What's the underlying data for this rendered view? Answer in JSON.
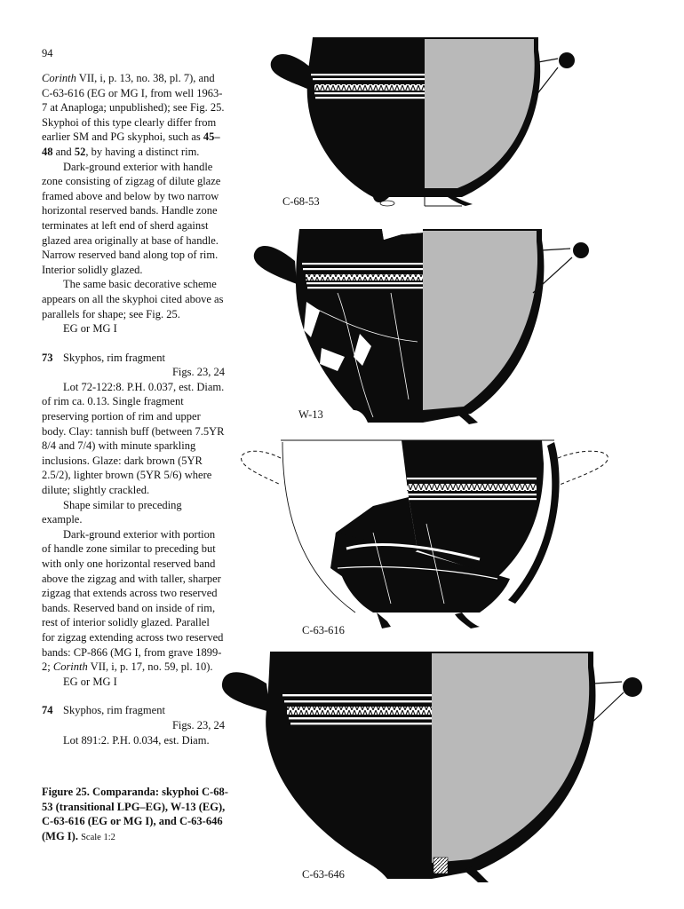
{
  "page_number": "94",
  "paragraphs": {
    "p1": "Corinth VII, i, p. 13, no. 38, pl. 7), and C-63-616 (EG or MG I, from well 1963-7 at Anaploga; unpublished); see Fig. 25. Skyphoi of this type clearly differ from earlier SM and PG skyphoi, such as 45–48 and 52, by having a distinct rim.",
    "p1_italic": "Corinth",
    "p1_rest": " VII, i, p. 13, no. 38, pl. 7), and C-63-616 (EG or MG I, from well 1963-7 at Anaploga; unpublished); see Fig. 25. Skyphoi of this type clearly differ from earlier SM and PG skyphoi, such as ",
    "p1_bold1": "45–48",
    "p1_and": " and ",
    "p1_bold2": "52",
    "p1_end": ", by having a distinct rim.",
    "p2": "Dark-ground exterior with handle zone consisting of zigzag of dilute glaze framed above and below by two narrow horizontal reserved bands. Handle zone terminates at left end of sherd against glazed area originally at base of handle. Narrow reserved band along top of rim. Interior solidly glazed.",
    "p3": "The same basic decorative scheme appears on all the skyphoi cited above as parallels for shape; see Fig. 25.",
    "date1": "EG or MG I",
    "e73_num": "73",
    "e73_title": "Skyphos, rim fragment",
    "e73_figs": "Figs. 23, 24",
    "e73_desc": "Lot 72-122:8. P.H. 0.037, est. Diam. of rim ca. 0.13. Single fragment preserving portion of rim and upper body. Clay: tannish buff (between 7.5YR 8/4 and 7/4) with minute sparkling inclusions. Glaze: dark brown (5YR 2.5/2), lighter brown (5YR 5/6) where dilute; slightly crackled.",
    "e73_shape": "Shape similar to preceding example.",
    "e73_dec_a": "Dark-ground exterior with portion of handle zone similar to preceding but with only one horizontal reserved band above the zigzag and with taller, sharper zigzag that extends across two reserved bands. Reserved band on inside of rim, rest of interior solidly glazed. Parallel for zigzag extending across two reserved bands: CP-866 (MG I, from grave 1899-2; ",
    "e73_dec_italic": "Corinth",
    "e73_dec_b": " VII, i, p. 17, no. 59, pl. 10).",
    "date2": "EG or MG I",
    "e74_num": "74",
    "e74_title": "Skyphos, rim fragment",
    "e74_figs": "Figs. 23, 24",
    "e74_desc": "Lot 891:2. P.H. 0.034, est. Diam."
  },
  "caption": {
    "main": "Figure 25. Comparanda: skyphoi C-68-53 (transitional LPG–EG), W-13 (EG), C-63-616 (EG or MG I), and C-63-646 (MG I).",
    "scale": "Scale 1:2"
  },
  "pot_labels": {
    "p1": "C-68-53",
    "p2": "W-13",
    "p3": "C-63-616",
    "p4": "C-63-646"
  },
  "colors": {
    "glaze": "#0c0c0c",
    "section": "#b9b9b9",
    "paper": "#ffffff"
  }
}
